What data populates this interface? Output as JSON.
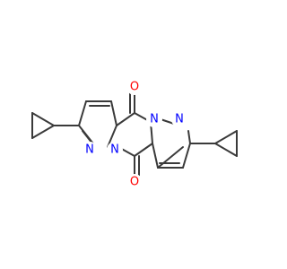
{
  "molecule": {
    "atoms": [
      {
        "id": "O1",
        "label": "O",
        "color": "#ff0000"
      },
      {
        "id": "O2",
        "label": "O",
        "color": "#ff0000"
      },
      {
        "id": "N1",
        "label": "N",
        "color": "#0000ff"
      },
      {
        "id": "N2",
        "label": "N",
        "color": "#0000ff"
      },
      {
        "id": "N3",
        "label": "N",
        "color": "#0000ff"
      },
      {
        "id": "N4",
        "label": "N",
        "color": "#0000ff"
      }
    ],
    "bond_color": "#3a3a3a"
  }
}
